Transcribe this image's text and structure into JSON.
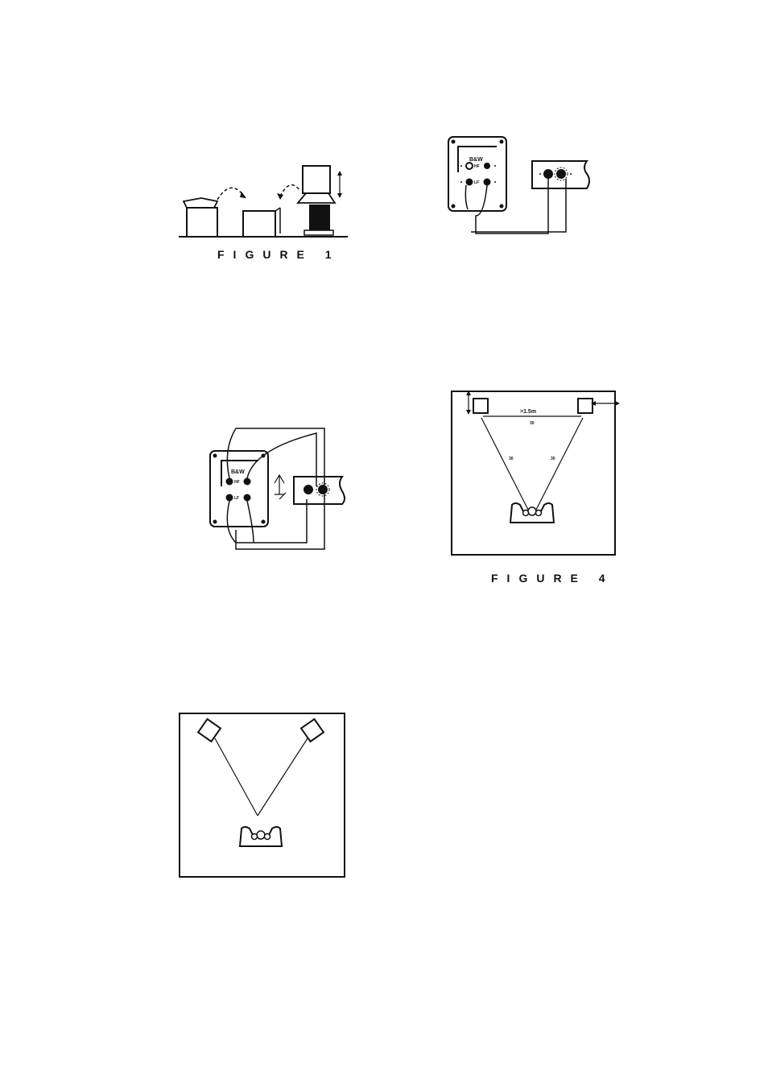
{
  "figures": {
    "fig1": {
      "caption": "FIGURE 1"
    },
    "fig2": {
      "panel_brand": "B&W",
      "hf_label": "HF",
      "lf_label": "LF"
    },
    "fig3": {
      "panel_brand": "B&W",
      "hf_label": "HF",
      "lf_label": "LF"
    },
    "fig4": {
      "caption": "FIGURE 4",
      "distance_label": ">1.5m",
      "angle_top": "30",
      "angle_left": "30",
      "angle_right": "30"
    },
    "fig5": {}
  }
}
